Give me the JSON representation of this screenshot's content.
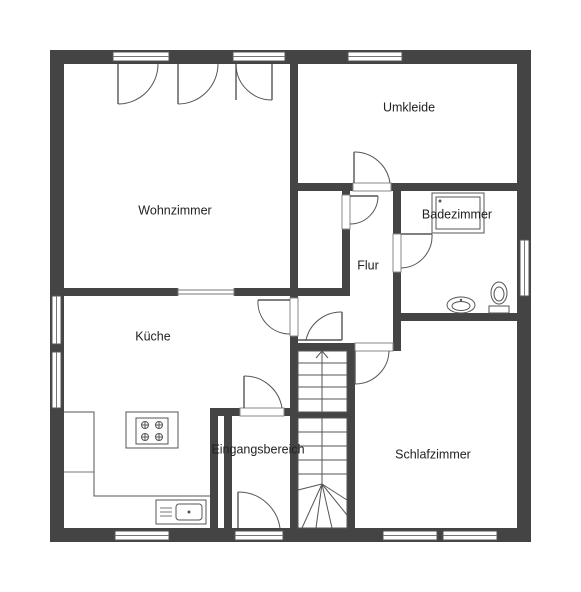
{
  "floorplan": {
    "rooms": {
      "wohnzimmer": "Wohnzimmer",
      "umkleide": "Umkleide",
      "badezimmer": "Badezimmer",
      "flur": "Flur",
      "kueche": "Küche",
      "eingangsbereich": "Eingangsbereich",
      "schlafzimmer": "Schlafzimmer"
    },
    "colors": {
      "wall": "#444444",
      "background": "#ffffff",
      "fixture_line": "#555555"
    },
    "icons": [
      "stove-icon",
      "kitchen-sink-icon",
      "shower-icon",
      "washbasin-icon",
      "toilet-icon",
      "stair-arrow-icon"
    ]
  }
}
